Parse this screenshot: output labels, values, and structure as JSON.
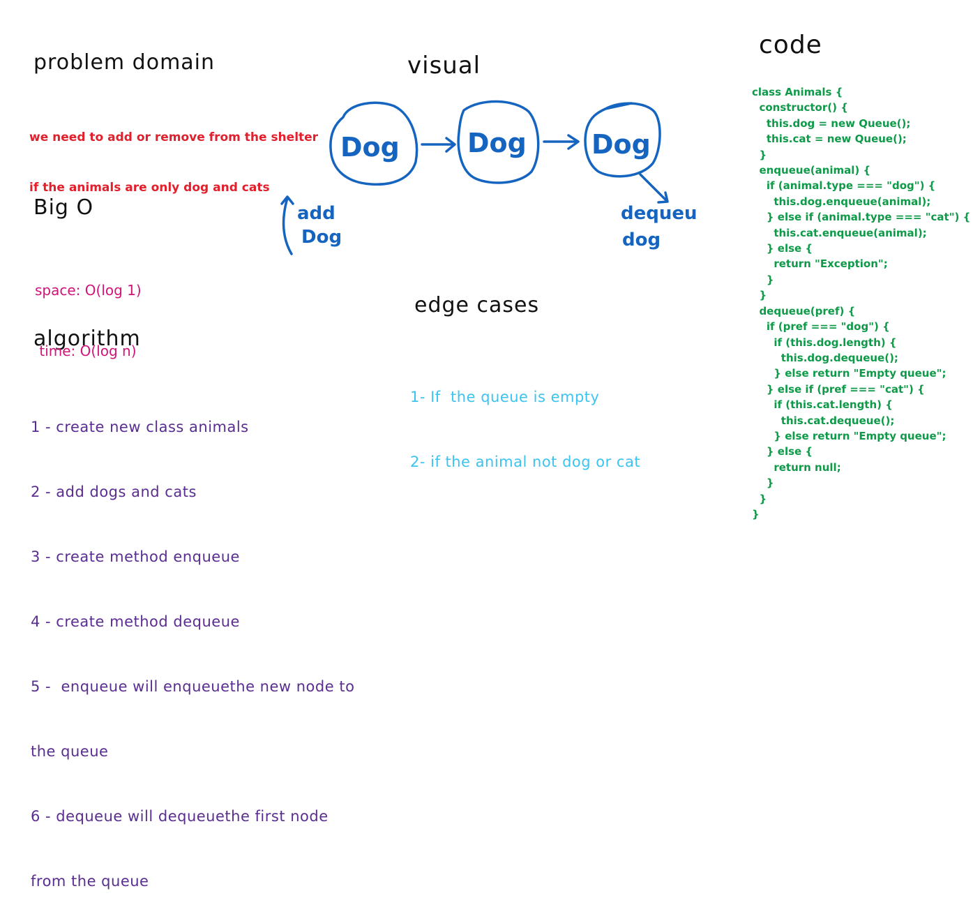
{
  "headings": {
    "problem_domain": "problem domain",
    "visual": "visual",
    "code": "code",
    "big_o": "Big O",
    "algorithm": "algorithm",
    "edge_cases": "edge cases"
  },
  "problem": [
    "we need to add or remove from the shelter",
    "if the animals are only dog and cats"
  ],
  "big_o": {
    "space": "space: O(log 1)",
    "time": " time: O(log n)"
  },
  "algorithm_steps": [
    "1 - create new class animals",
    "2 - add dogs and cats",
    "3 - create method enqueue",
    "4 - create method dequeue",
    "5 -  enqueue will enqueuethe new node to",
    "the queue",
    "6 - dequeue will dequeuethe first node",
    "from the queue"
  ],
  "edge_cases": [
    "1- If  the queue is empty",
    "2- if the animal not dog or cat"
  ],
  "visual": {
    "nodes": [
      "Dog",
      "Dog",
      "Dog"
    ],
    "add_label": [
      "add",
      "Dog"
    ],
    "dequeue_label": [
      "dequeu",
      "dog"
    ]
  },
  "code_lines": [
    "class Animals {",
    "  constructor() {",
    "    this.dog = new Queue();",
    "    this.cat = new Queue();",
    "  }",
    "  enqueue(animal) {",
    "    if (animal.type === \"dog\") {",
    "      this.dog.enqueue(animal);",
    "    } else if (animal.type === \"cat\") {",
    "      this.cat.enqueue(animal);",
    "    } else {",
    "      return \"Exception\";",
    "    }",
    "  }",
    "  dequeue(pref) {",
    "    if (pref === \"dog\") {",
    "      if (this.dog.length) {",
    "        this.dog.dequeue();",
    "      } else return \"Empty queue\";",
    "    } else if (pref === \"cat\") {",
    "      if (this.cat.length) {",
    "        this.cat.dequeue();",
    "      } else return \"Empty queue\";",
    "    } else {",
    "      return null;",
    "    }",
    "  }",
    "}"
  ],
  "colors": {
    "heading": "#111111",
    "problem": "#e0202c",
    "big_o": "#d0147a",
    "algorithm": "#5a2d91",
    "edge_cases": "#3cc3f0",
    "code": "#0e9a49",
    "diagram": "#1565c0"
  }
}
